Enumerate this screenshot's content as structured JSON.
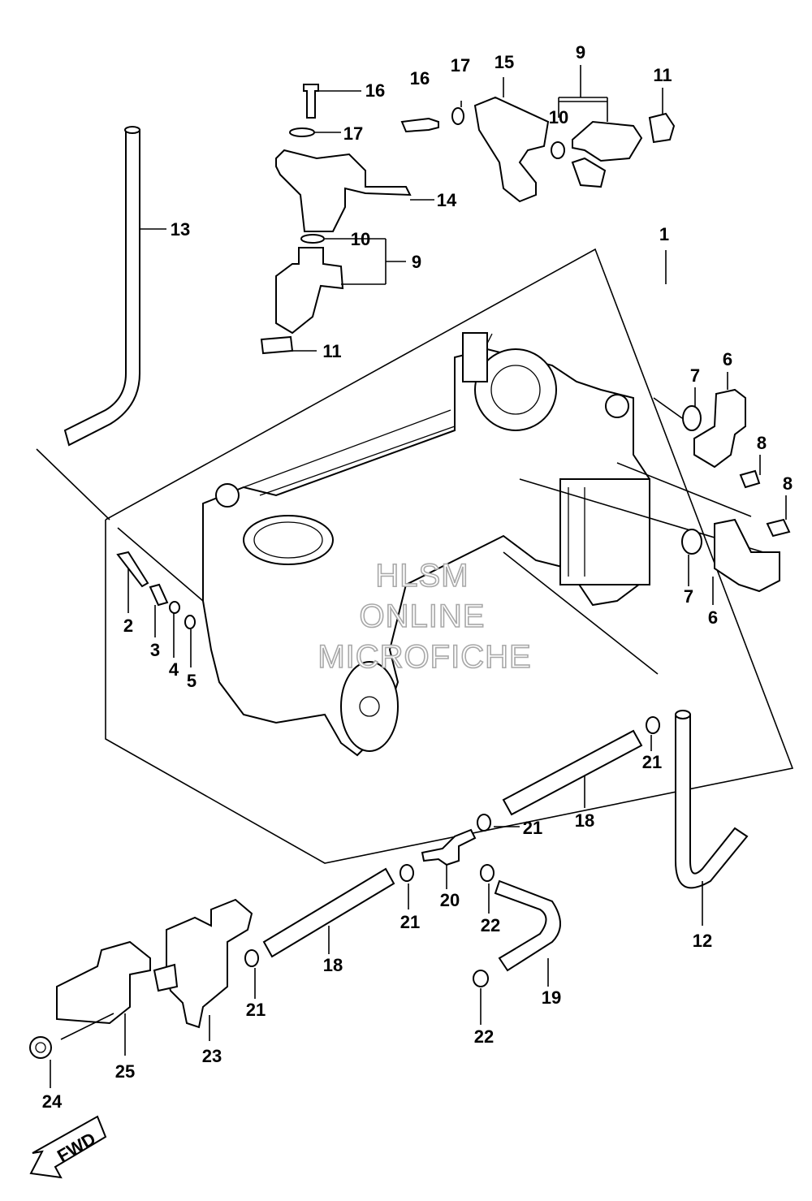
{
  "callouts": [
    {
      "id": "c1",
      "text": "1"
    },
    {
      "id": "c2",
      "text": "2"
    },
    {
      "id": "c3",
      "text": "3"
    },
    {
      "id": "c4",
      "text": "4"
    },
    {
      "id": "c5",
      "text": "5"
    },
    {
      "id": "c6a",
      "text": "6"
    },
    {
      "id": "c6b",
      "text": "6"
    },
    {
      "id": "c7a",
      "text": "7"
    },
    {
      "id": "c7b",
      "text": "7"
    },
    {
      "id": "c8a",
      "text": "8"
    },
    {
      "id": "c8b",
      "text": "8"
    },
    {
      "id": "c9a",
      "text": "9"
    },
    {
      "id": "c9b",
      "text": "9"
    },
    {
      "id": "c10a",
      "text": "10"
    },
    {
      "id": "c10b",
      "text": "10"
    },
    {
      "id": "c11a",
      "text": "11"
    },
    {
      "id": "c11b",
      "text": "11"
    },
    {
      "id": "c12",
      "text": "12"
    },
    {
      "id": "c13",
      "text": "13"
    },
    {
      "id": "c14",
      "text": "14"
    },
    {
      "id": "c15",
      "text": "15"
    },
    {
      "id": "c16a",
      "text": "16"
    },
    {
      "id": "c16b",
      "text": "16"
    },
    {
      "id": "c17a",
      "text": "17"
    },
    {
      "id": "c17b",
      "text": "17"
    },
    {
      "id": "c18a",
      "text": "18"
    },
    {
      "id": "c18b",
      "text": "18"
    },
    {
      "id": "c19",
      "text": "19"
    },
    {
      "id": "c20",
      "text": "20"
    },
    {
      "id": "c21a",
      "text": "21"
    },
    {
      "id": "c21b",
      "text": "21"
    },
    {
      "id": "c21c",
      "text": "21"
    },
    {
      "id": "c21d",
      "text": "21"
    },
    {
      "id": "c22a",
      "text": "22"
    },
    {
      "id": "c22b",
      "text": "22"
    },
    {
      "id": "c23",
      "text": "23"
    },
    {
      "id": "c24",
      "text": "24"
    },
    {
      "id": "c25",
      "text": "25"
    }
  ],
  "watermark": {
    "line1": "HLSM",
    "line2": "ONLINE",
    "line3": "MICROFICHE"
  },
  "fwd_label": "FWD"
}
